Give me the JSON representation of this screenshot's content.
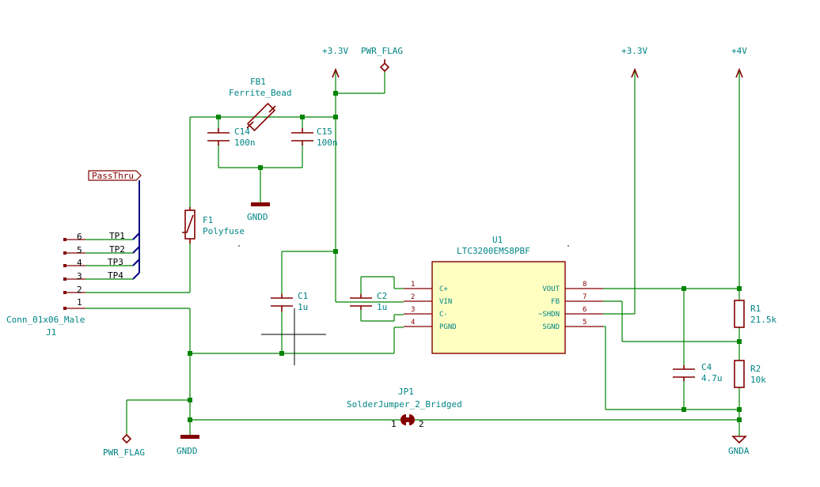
{
  "power": {
    "v33_top": "+3.3V",
    "pwr_flag_top": "PWR_FLAG",
    "v33_right": "+3.3V",
    "v4": "+4V",
    "pwr_flag_bottom": "PWR_FLAG",
    "gndd_bottom": "GNDD",
    "gndd_caps": "GNDD",
    "gnda": "GNDA"
  },
  "fb1": {
    "ref": "FB1",
    "value": "Ferrite_Bead"
  },
  "c14": {
    "ref": "C14",
    "value": "100n"
  },
  "c15": {
    "ref": "C15",
    "value": "100n"
  },
  "c1": {
    "ref": "C1",
    "value": "1u"
  },
  "c2": {
    "ref": "C2",
    "value": "1u"
  },
  "c4": {
    "ref": "C4",
    "value": "4.7u"
  },
  "r1": {
    "ref": "R1",
    "value": "21.5k"
  },
  "r2": {
    "ref": "R2",
    "value": "10k"
  },
  "f1": {
    "ref": "F1",
    "value": "Polyfuse"
  },
  "u1": {
    "ref": "U1",
    "value": "LTC3200EMS8PBF",
    "pins_left": [
      {
        "num": "1",
        "name": "C+"
      },
      {
        "num": "2",
        "name": "VIN"
      },
      {
        "num": "3",
        "name": "C-"
      },
      {
        "num": "4",
        "name": "PGND"
      }
    ],
    "pins_right": [
      {
        "num": "8",
        "name": "VOUT"
      },
      {
        "num": "7",
        "name": "FB"
      },
      {
        "num": "6",
        "name": "~SHDN"
      },
      {
        "num": "5",
        "name": "SGND"
      }
    ]
  },
  "j1": {
    "ref": "J1",
    "value": "Conn_01x06_Male",
    "pins": [
      "6",
      "5",
      "4",
      "3",
      "2",
      "1"
    ],
    "tp_labels": [
      "TP1",
      "TP2",
      "TP3",
      "TP4"
    ],
    "hier_label": "PassThru"
  },
  "jp1": {
    "ref": "JP1",
    "value": "SolderJumper_2_Bridged",
    "pin1": "1",
    "pin2": "2"
  }
}
